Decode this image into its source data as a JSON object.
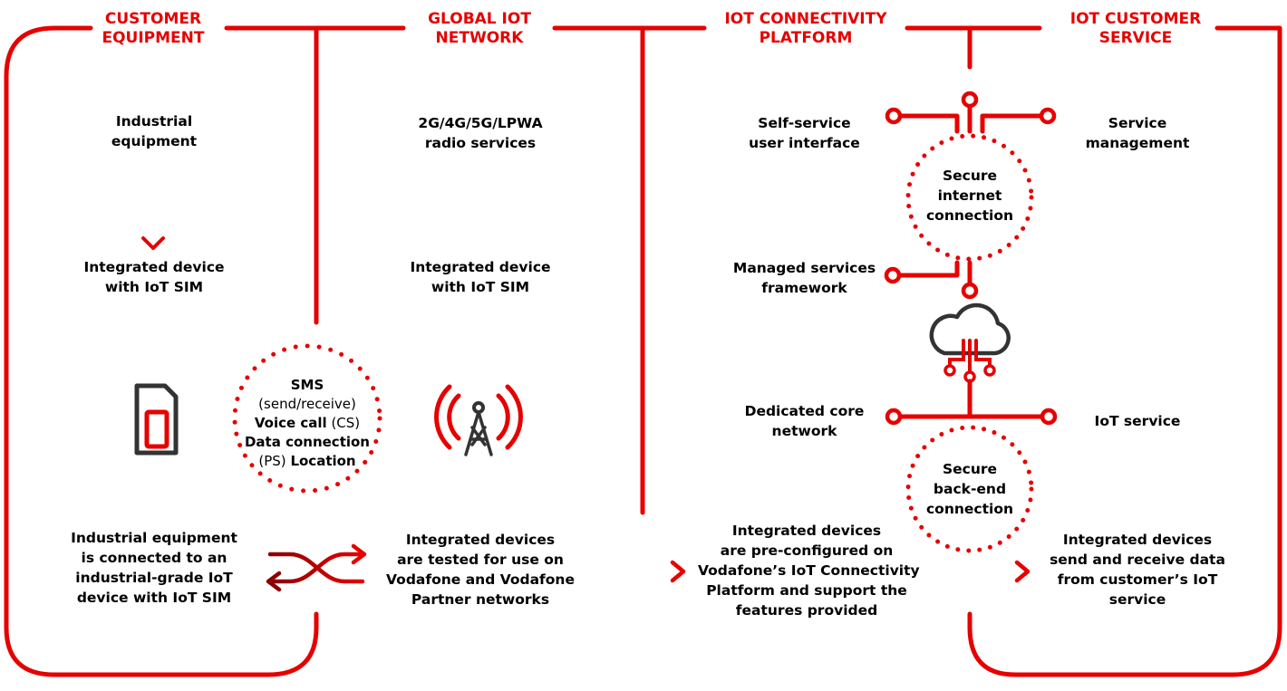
{
  "colors": {
    "accent": "#e60000",
    "dark_red": "#8b0000",
    "icon_gray": "#333333"
  },
  "headers": [
    {
      "line1": "CUSTOMER",
      "line2": "EQUIPMENT"
    },
    {
      "line1": "GLOBAL IOT",
      "line2": "NETWORK"
    },
    {
      "line1": "IOT CONNECTIVITY",
      "line2": "PLATFORM"
    },
    {
      "line1": "IOT CUSTOMER",
      "line2": "SERVICE"
    }
  ],
  "col1": {
    "industrial_equipment": [
      "Industrial",
      "equipment"
    ],
    "integrated_device": [
      "Integrated device",
      "with IoT SIM"
    ],
    "summary": [
      "Industrial equipment",
      "is connected to an",
      "industrial-grade IoT",
      "device with IoT SIM"
    ],
    "sim_icon": "sim-card-icon",
    "swap_icon": "bidirectional-arrows-icon"
  },
  "col2": {
    "radio": [
      "2G/4G/5G/LPWA",
      "radio services"
    ],
    "integrated_device": [
      "Integrated device",
      "with IoT SIM"
    ],
    "summary": [
      "Integrated devices",
      "are tested for use on",
      "Vodafone and Vodafone",
      "Partner networks"
    ],
    "tower_icon": "radio-tower-icon",
    "services_circle": {
      "sms": "SMS",
      "sms_detail": "(send/receive)",
      "voice": "Voice call",
      "voice_detail": "(CS)",
      "data": "Data connection",
      "data_detail": "(PS)",
      "location": "Location"
    }
  },
  "col3": {
    "self_service": [
      "Self-service",
      "user interface"
    ],
    "managed": [
      "Managed services",
      "framework"
    ],
    "dedicated": [
      "Dedicated core",
      "network"
    ],
    "summary": [
      "Integrated devices",
      "are pre-configured on",
      "Vodafone’s IoT Connectivity",
      "Platform and support the",
      "features provided"
    ],
    "secure_internet": [
      "Secure",
      "internet",
      "connection"
    ],
    "secure_backend": [
      "Secure",
      "back-end",
      "connection"
    ],
    "cloud_icon": "cloud-icon"
  },
  "col4": {
    "service_mgmt": [
      "Service",
      "management"
    ],
    "iot_service": "IoT service",
    "summary": [
      "Integrated devices",
      "send and receive data",
      "from customer’s IoT",
      "service"
    ]
  }
}
